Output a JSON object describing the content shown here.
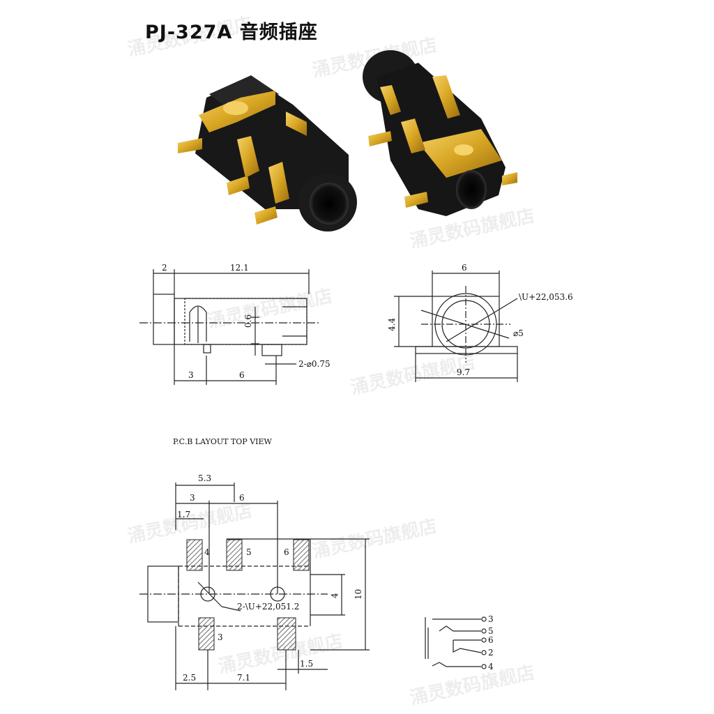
{
  "title": "PJ-327A 音频插座",
  "watermark": "涌灵数码旗舰店",
  "side_view": {
    "dim_top_left": "2",
    "dim_top_length": "12.1",
    "dim_pin_spacing": "0.6",
    "dim_bottom_left": "3",
    "dim_bottom_right": "6",
    "dim_pin_dia": "2-⌀0.75"
  },
  "front_view": {
    "dim_width": "6",
    "dim_height": "4.4",
    "dim_thread": "\\U+22,053.6",
    "dim_inner": "⌀5",
    "dim_base": "9.7"
  },
  "pcb": {
    "heading": "P.C.B LAYOUT  TOP VIEW",
    "dim_5_3": "5.3",
    "dim_3": "3",
    "dim_6": "6",
    "dim_1_7": "1.7",
    "dim_4": "4",
    "dim_10": "10",
    "dim_holes": "2-\\U+22,051.2",
    "dim_1_5": "1.5",
    "dim_2_5": "2.5",
    "dim_7_1": "7.1",
    "pad_4": "4",
    "pad_5": "5",
    "pad_6": "6",
    "pad_3": "3"
  },
  "schematic": {
    "pins": [
      "3",
      "5",
      "6",
      "2",
      "4"
    ]
  },
  "colors": {
    "body": "#1c1c1c",
    "gold": "#d8a623",
    "line": "#222222",
    "hatch": "#555555"
  }
}
